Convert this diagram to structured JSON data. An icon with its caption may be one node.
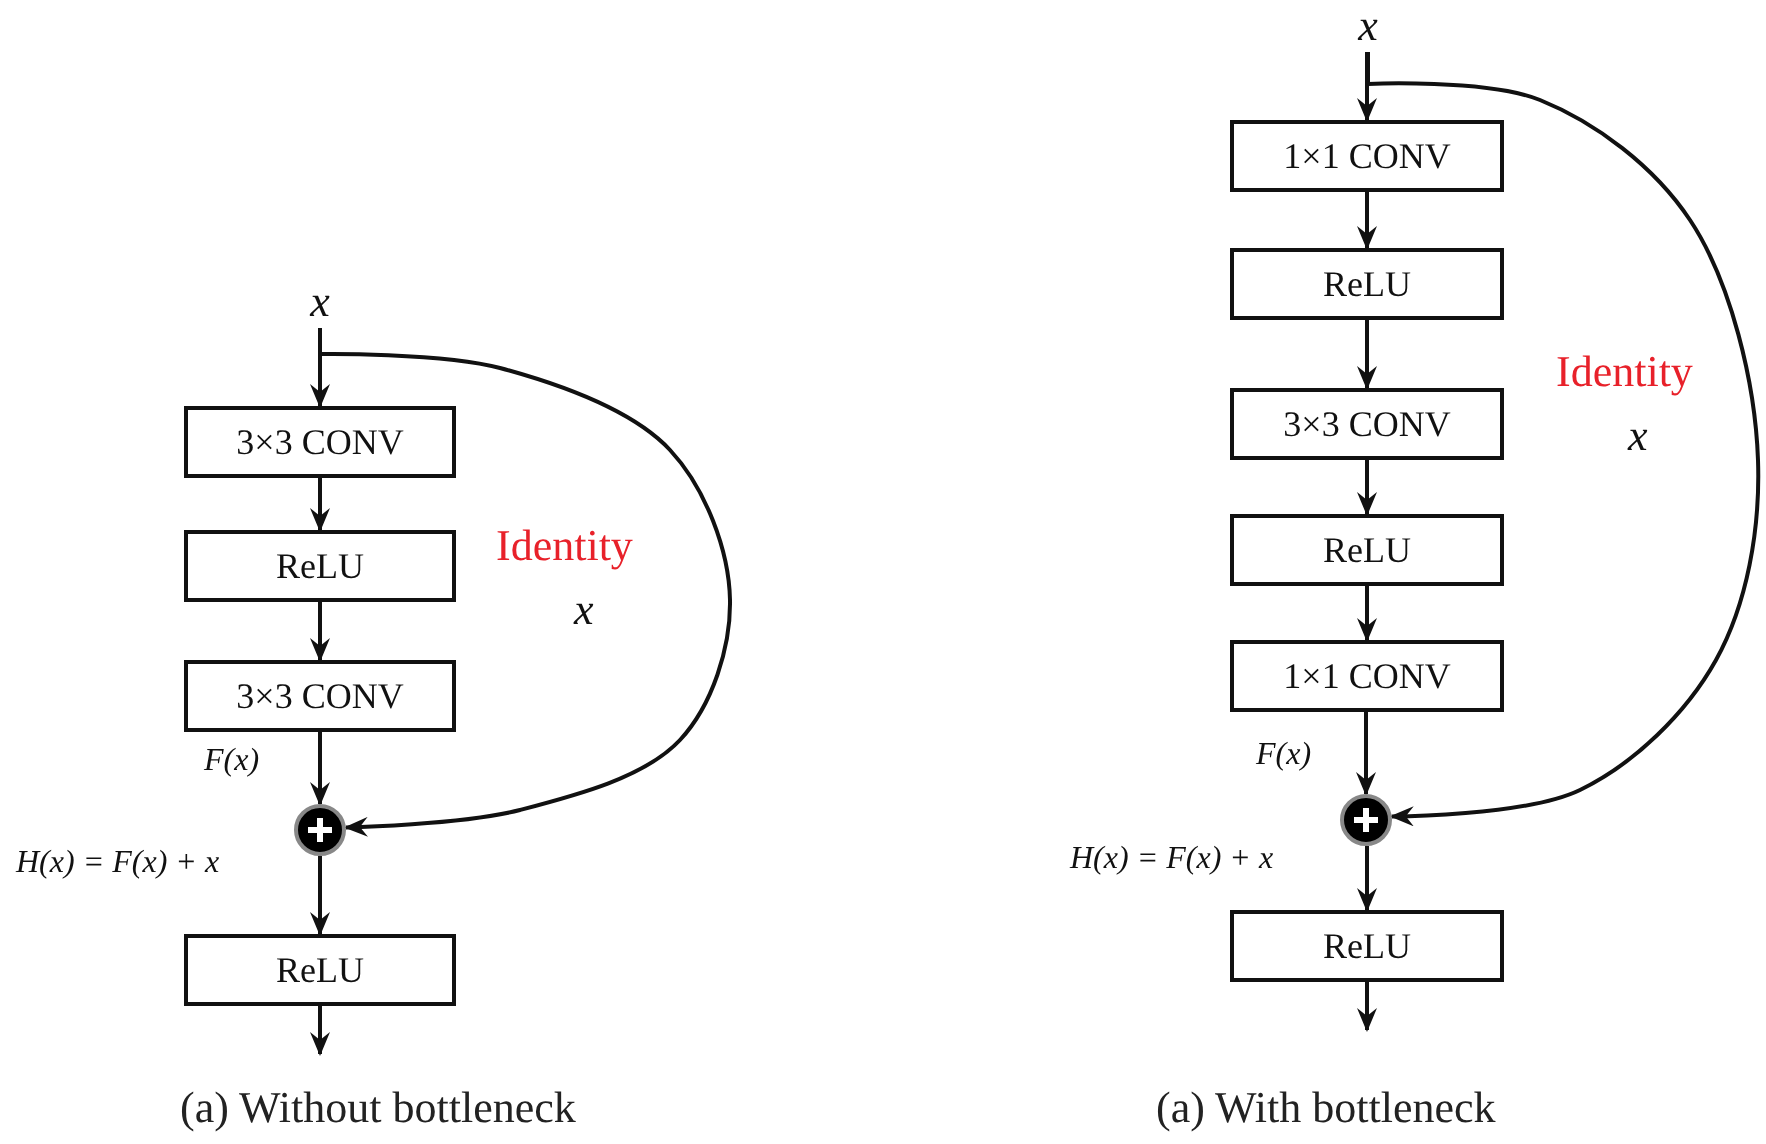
{
  "diagram": {
    "nodes": [
      {
        "text": [
          "x"
        ]
      },
      {
        "text": [
          "3×3 CONV"
        ]
      },
      {
        "text": [
          "ReLU"
        ]
      },
      {
        "text": [
          "3×3 CONV"
        ]
      },
      {
        "text": [],
        "shape": "circle"
      },
      {
        "text": [
          "ReLU"
        ]
      },
      {
        "text": [
          "x"
        ]
      },
      {
        "text": [
          "1×1 CONV"
        ]
      },
      {
        "text": [
          "ReLU"
        ]
      },
      {
        "text": [
          "3×3 CONV"
        ]
      },
      {
        "text": [
          "ReLU"
        ]
      },
      {
        "text": [
          "1×1 CONV"
        ]
      },
      {
        "text": [],
        "shape": "circle"
      },
      {
        "text": [
          "ReLU"
        ]
      }
    ],
    "edges": [
      {
        "from": 0,
        "to": 1,
        "arrow": "to"
      },
      {
        "from": 1,
        "to": 2,
        "arrow": "to"
      },
      {
        "from": 2,
        "to": 3,
        "arrow": "to"
      },
      {
        "from": 3,
        "to": 4,
        "arrow": "to",
        "label": "F(x)"
      },
      {
        "from": 4,
        "to": 5,
        "arrow": "to",
        "label": "H(x) = F(x) + x"
      },
      {
        "from": 5,
        "to": null,
        "arrow": "to"
      },
      {
        "from": 0,
        "to": 4,
        "arrow": "to"
      },
      {
        "from": 6,
        "to": 7,
        "arrow": "to"
      },
      {
        "from": 7,
        "to": 8,
        "arrow": "to"
      },
      {
        "from": 8,
        "to": 9,
        "arrow": "to"
      },
      {
        "from": 9,
        "to": 10,
        "arrow": "to"
      },
      {
        "from": 10,
        "to": 11,
        "arrow": "to"
      },
      {
        "from": 11,
        "to": 12,
        "arrow": "to",
        "label": "F(x)"
      },
      {
        "from": 12,
        "to": 13,
        "arrow": "to",
        "label": "H(x) = F(x) + x"
      },
      {
        "from": 13,
        "to": null,
        "arrow": "to"
      },
      {
        "from": 6,
        "to": 12,
        "arrow": "to"
      }
    ],
    "labels": [
      "Identity",
      "x",
      "Identity",
      "x",
      "(a) Without bottleneck",
      "(a) With bottleneck"
    ]
  }
}
